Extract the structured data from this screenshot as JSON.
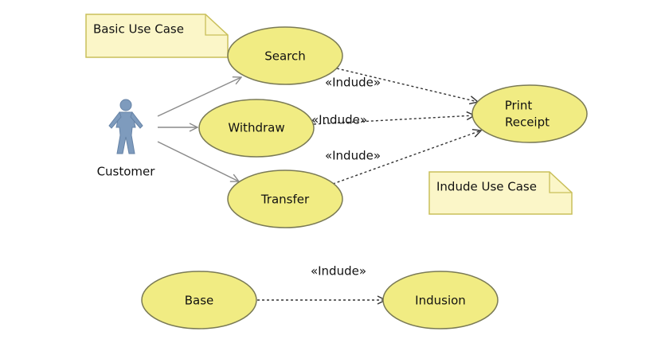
{
  "colors": {
    "usecase_fill": "#f1ec83",
    "usecase_stroke": "#7a7a55",
    "note_fill": "#fbf6c8",
    "note_stroke": "#c9bf5a",
    "actor_fill": "#7e9bbd",
    "association_line": "#8a8a8a",
    "include_line": "#333333"
  },
  "notes": {
    "basic": "Basic Use Case",
    "include": "Indude Use Case"
  },
  "actor": {
    "label": "Customer",
    "icon": "stick-figure-icon"
  },
  "use_cases": {
    "search": "Search",
    "withdraw": "Withdraw",
    "transfer": "Transfer",
    "print_receipt_line1": "Print",
    "print_receipt_line2": "Receipt",
    "base": "Base",
    "inclusion": "Indusion"
  },
  "include_labels": {
    "search": "«Indude»",
    "withdraw": "«Indude»",
    "transfer": "«Indude»",
    "base": "«Indude»"
  }
}
